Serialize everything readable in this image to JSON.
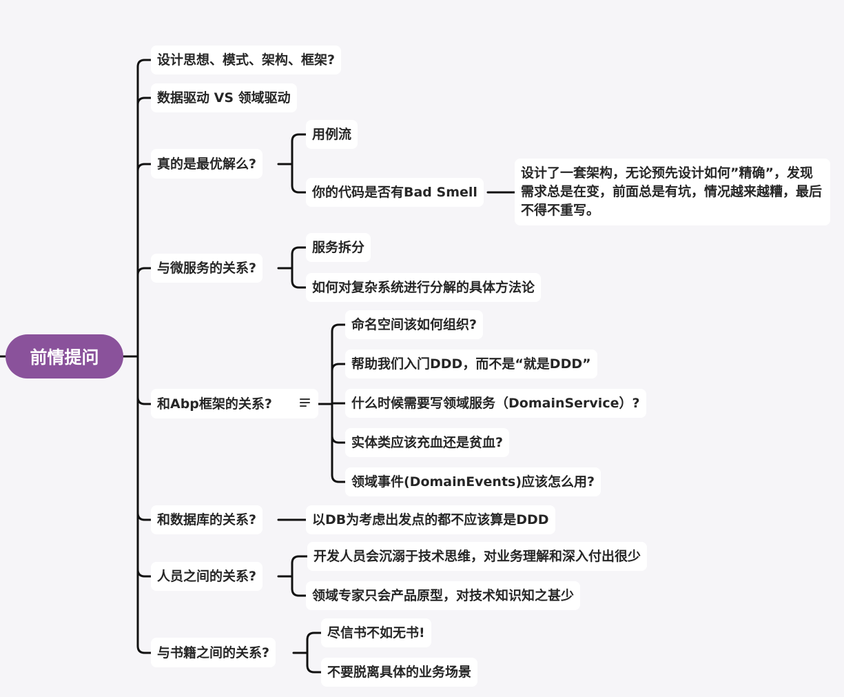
{
  "root": {
    "label": "前情提问"
  },
  "topics": [
    {
      "label": "设计思想、模式、架构、框架?"
    },
    {
      "label": "数据驱动 VS 领域驱动"
    },
    {
      "label": "真的是最优解么?",
      "children": [
        {
          "label": "用例流"
        },
        {
          "label": "你的代码是否有Bad Smell",
          "children": [
            {
              "label": "设计了一套架构，无论预先设计如何”精确”，发现需求总是在变，前面总是有坑，情况越来越糟，最后不得不重写。"
            }
          ]
        }
      ]
    },
    {
      "label": "与微服务的关系?",
      "children": [
        {
          "label": "服务拆分"
        },
        {
          "label": "如何对复杂系统进行分解的具体方法论"
        }
      ]
    },
    {
      "label": "和Abp框架的关系?",
      "note_icon": "note-icon",
      "children": [
        {
          "label": "命名空间该如何组织?"
        },
        {
          "label": "帮助我们入门DDD，而不是“就是DDD”"
        },
        {
          "label": "什么时候需要写领域服务（DomainService）?"
        },
        {
          "label": "实体类应该充血还是贫血?"
        },
        {
          "label": "领域事件(DomainEvents)应该怎么用?"
        }
      ]
    },
    {
      "label": "和数据库的关系?",
      "children": [
        {
          "label": "以DB为考虑出发点的都不应该算是DDD"
        }
      ]
    },
    {
      "label": "人员之间的关系?",
      "children": [
        {
          "label": "开发人员会沉溺于技术思维，对业务理解和深入付出很少"
        },
        {
          "label": "领域专家只会产品原型，对技术知识知之甚少"
        }
      ]
    },
    {
      "label": "与书籍之间的关系?",
      "children": [
        {
          "label": "尽信书不如无书!"
        },
        {
          "label": "不要脱离具体的业务场景"
        }
      ]
    }
  ],
  "colors": {
    "background": "#f6f5f8",
    "root_fill": "#8a529b",
    "node_fill": "#ffffff",
    "connector": "#111111",
    "text": "#262626"
  }
}
